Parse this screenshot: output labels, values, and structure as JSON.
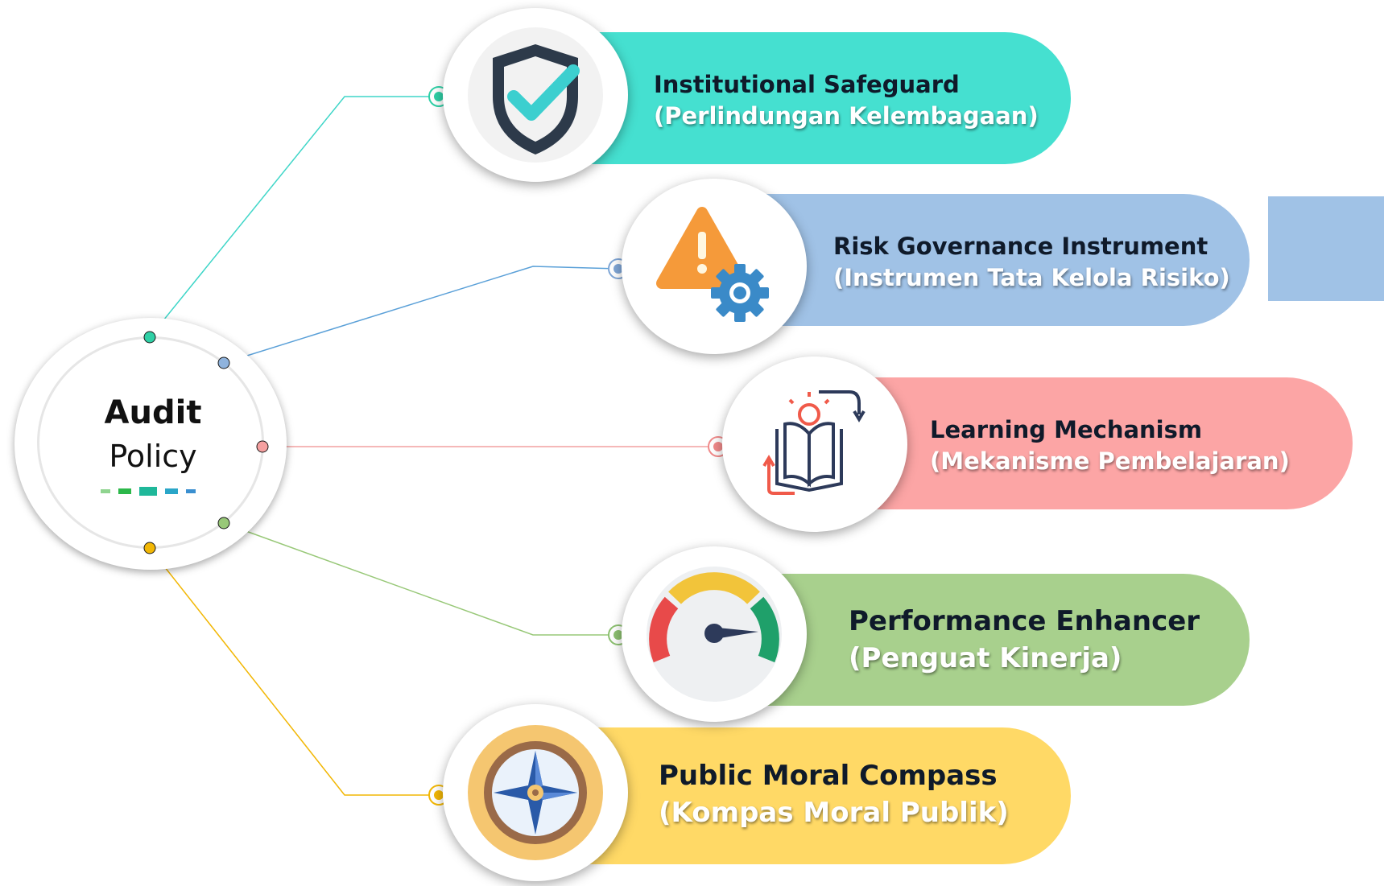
{
  "hub": {
    "title": "Audit",
    "subtitle": "Policy"
  },
  "items": [
    {
      "title": "Institutional Safeguard",
      "subtitle": "(Perlindungan Kelembagaan)",
      "color": "#45e0d0",
      "dot": "#2fd0a6",
      "icon": "shield-check-icon"
    },
    {
      "title": "Risk Governance Instrument",
      "subtitle": "(Instrumen Tata Kelola Risiko)",
      "color": "#a0c2e6",
      "dot": "#7fa6d6",
      "icon": "warning-gear-icon"
    },
    {
      "title": "Learning Mechanism",
      "subtitle": "(Mekanisme Pembelajaran)",
      "color": "#fca5a5",
      "dot": "#f08a8a",
      "icon": "book-lightbulb-icon"
    },
    {
      "title": "Performance Enhancer",
      "subtitle": "(Penguat Kinerja)",
      "color": "#a8d08d",
      "dot": "#8cc070",
      "icon": "gauge-icon"
    },
    {
      "title": "Public Moral Compass",
      "subtitle": "(Kompas Moral Publik)",
      "color": "#ffd966",
      "dot": "#f2b705",
      "icon": "compass-icon"
    }
  ]
}
